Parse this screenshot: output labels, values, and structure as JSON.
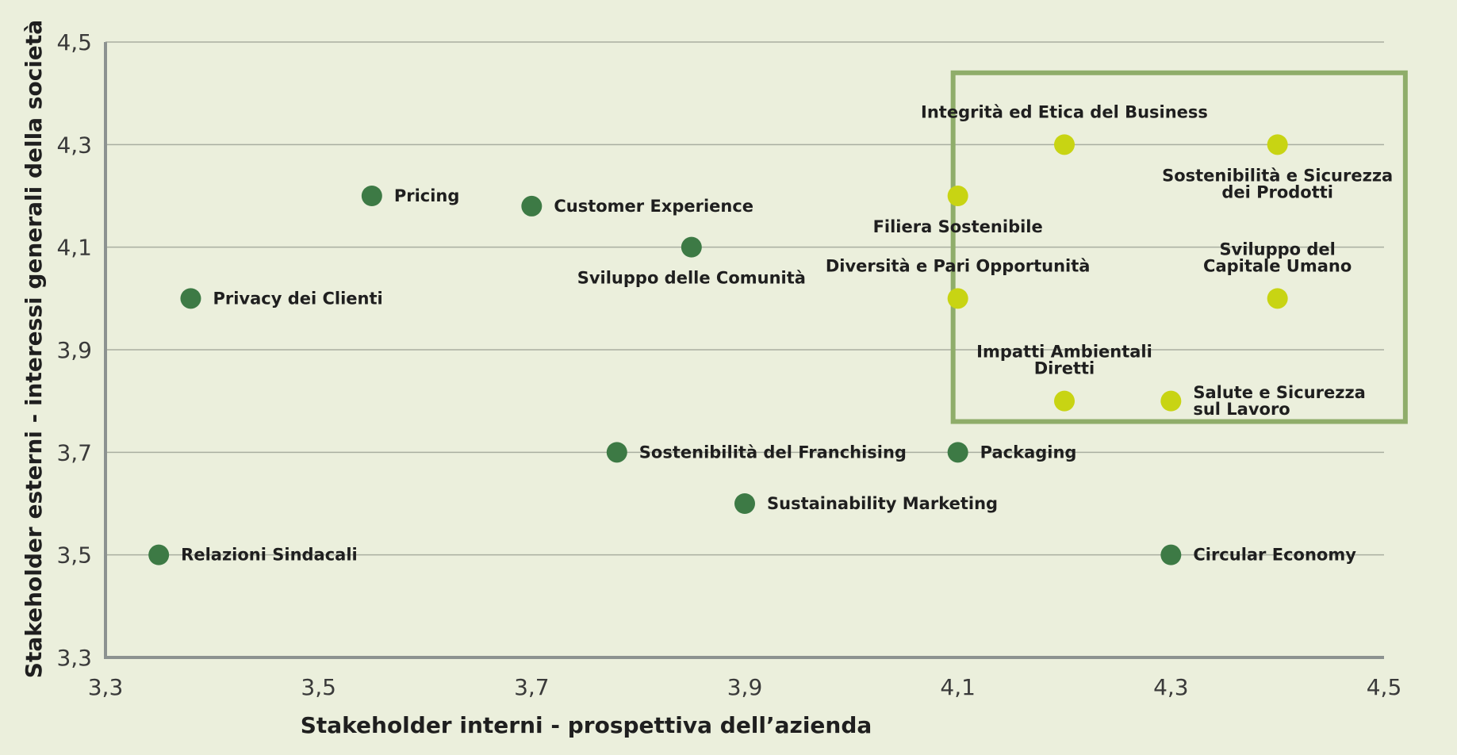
{
  "colors": {
    "background": "#ebefdc",
    "grid": "#a9aea0",
    "axis": "#8c9290",
    "dark_point": "#3d7a45",
    "light_point": "#c8d413",
    "highlight_box": "#8fad6a"
  },
  "chart_data": {
    "type": "scatter",
    "xlabel": "Stakeholder interni - prospettiva dell’azienda",
    "ylabel": "Stakeholder esterni - interessi generali della società",
    "xlim": [
      3.3,
      4.5
    ],
    "ylim": [
      3.3,
      4.5
    ],
    "x_ticks": [
      "3,3",
      "3,5",
      "3,7",
      "3,9",
      "4,1",
      "4,3",
      "4,5"
    ],
    "y_ticks": [
      "4,5",
      "4,3",
      "4,1",
      "3,9",
      "3,7",
      "3,5",
      "3,3"
    ],
    "grid": "horizontal",
    "highlight_region": {
      "x": [
        4.1,
        4.52
      ],
      "y": [
        3.76,
        4.44
      ]
    },
    "points": [
      {
        "label": [
          "Pricing"
        ],
        "x": 3.55,
        "y": 4.2,
        "group": "dark",
        "label_pos": "right"
      },
      {
        "label": [
          "Customer Experience"
        ],
        "x": 3.7,
        "y": 4.18,
        "group": "dark",
        "label_pos": "right"
      },
      {
        "label": [
          "Sviluppo delle Comunità"
        ],
        "x": 3.85,
        "y": 4.1,
        "group": "dark",
        "label_pos": "below"
      },
      {
        "label": [
          "Privacy dei Clienti"
        ],
        "x": 3.38,
        "y": 4.0,
        "group": "dark",
        "label_pos": "right"
      },
      {
        "label": [
          "Sostenibilità del Franchising"
        ],
        "x": 3.78,
        "y": 3.7,
        "group": "dark",
        "label_pos": "right"
      },
      {
        "label": [
          "Packaging"
        ],
        "x": 4.1,
        "y": 3.7,
        "group": "dark",
        "label_pos": "right"
      },
      {
        "label": [
          "Sustainability Marketing"
        ],
        "x": 3.9,
        "y": 3.6,
        "group": "dark",
        "label_pos": "right"
      },
      {
        "label": [
          "Relazioni Sindacali"
        ],
        "x": 3.35,
        "y": 3.5,
        "group": "dark",
        "label_pos": "right"
      },
      {
        "label": [
          "Circular Economy"
        ],
        "x": 4.3,
        "y": 3.5,
        "group": "dark",
        "label_pos": "right"
      },
      {
        "label": [
          "Integrità ed Etica del Business"
        ],
        "x": 4.2,
        "y": 4.3,
        "group": "light",
        "label_pos": "above"
      },
      {
        "label": [
          "Sostenibilità e Sicurezza",
          "dei Prodotti"
        ],
        "x": 4.4,
        "y": 4.3,
        "group": "light",
        "label_pos": "below"
      },
      {
        "label": [
          "Filiera Sostenibile"
        ],
        "x": 4.1,
        "y": 4.2,
        "group": "light",
        "label_pos": "below"
      },
      {
        "label": [
          "Diversità e Pari Opportunità"
        ],
        "x": 4.1,
        "y": 4.0,
        "group": "light",
        "label_pos": "above"
      },
      {
        "label": [
          "Sviluppo del",
          "Capitale Umano"
        ],
        "x": 4.4,
        "y": 4.0,
        "group": "light",
        "label_pos": "above"
      },
      {
        "label": [
          "Impatti Ambientali",
          "Diretti"
        ],
        "x": 4.2,
        "y": 3.8,
        "group": "light",
        "label_pos": "above"
      },
      {
        "label": [
          "Salute e Sicurezza",
          "sul Lavoro"
        ],
        "x": 4.3,
        "y": 3.8,
        "group": "light",
        "label_pos": "right"
      }
    ]
  }
}
